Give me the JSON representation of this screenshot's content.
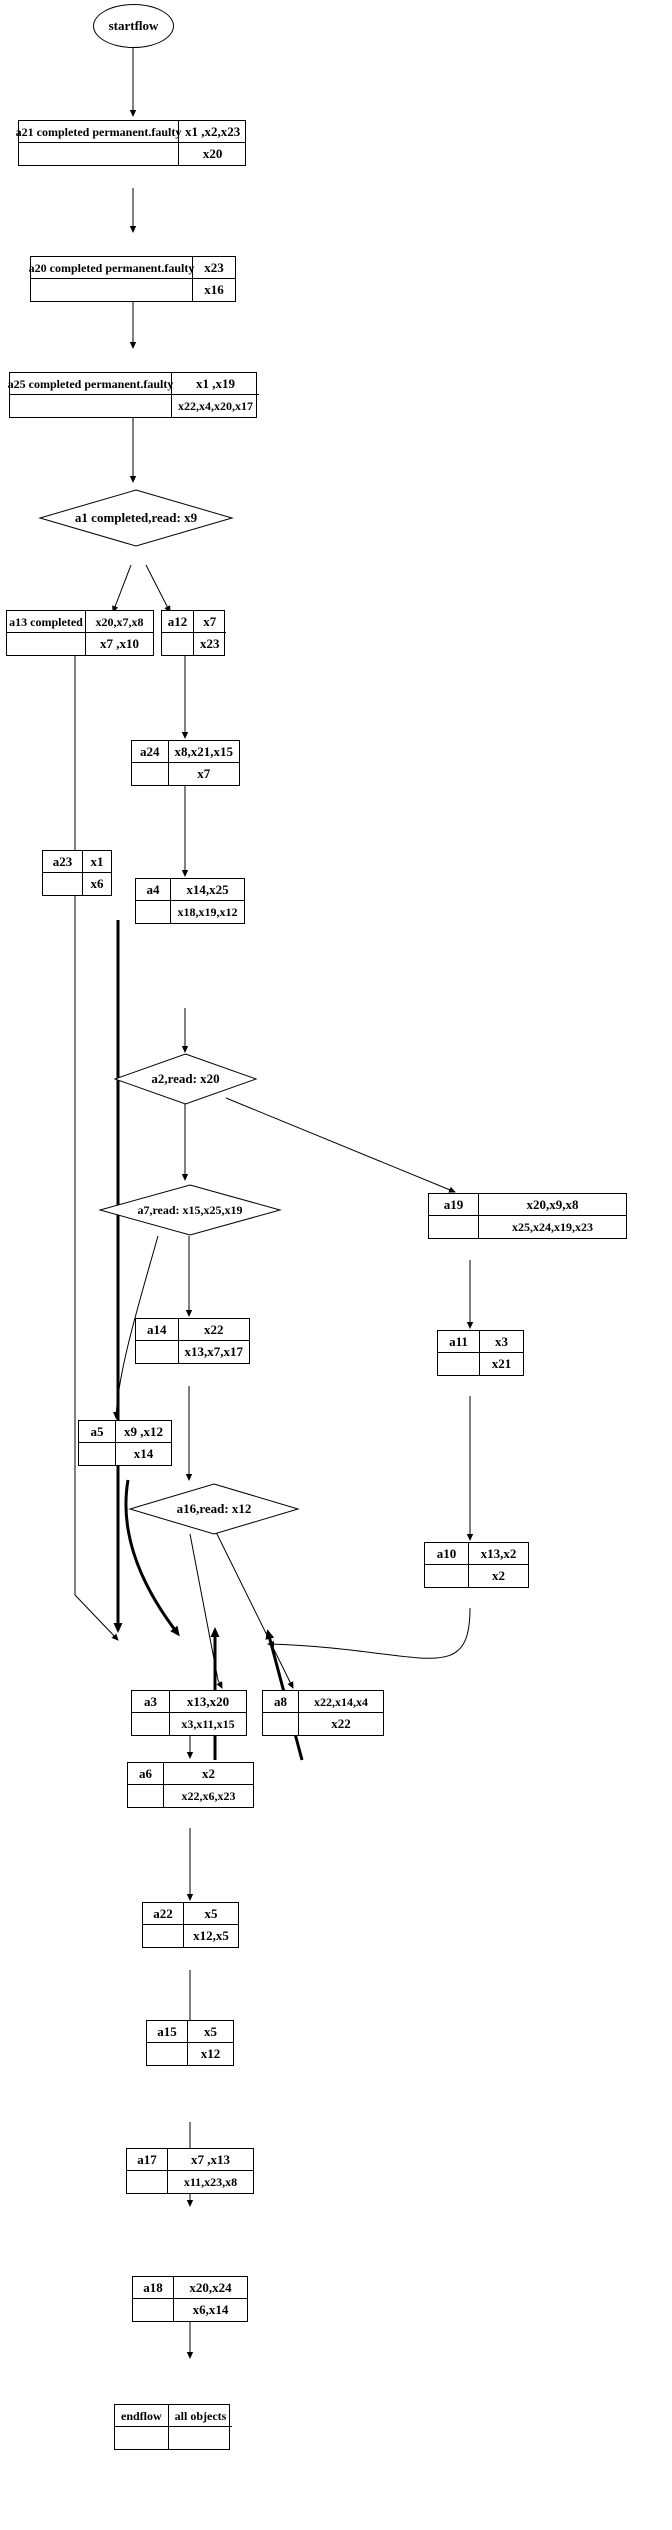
{
  "diagram": {
    "title": "state machine flow graph",
    "stroke_color": "#000000",
    "fill_color": "#ffffff",
    "start_node": {
      "id": "startflow",
      "label": "startflow",
      "shape": "ellipse"
    },
    "end_node": {
      "id": "endflow",
      "label": "endflow",
      "right_label": "all objects",
      "shape": "record"
    },
    "nodes": [
      {
        "id": "a21",
        "shape": "record",
        "left": "a21  completed permanent.faulty",
        "top_right": "x1 ,x2,x23",
        "bottom_right": "x20"
      },
      {
        "id": "a20",
        "shape": "record",
        "left": "a20 completed permanent.faulty",
        "top_right": "x23",
        "bottom_right": "x16"
      },
      {
        "id": "a25",
        "shape": "record",
        "left": "a25 completed permanent.faulty",
        "top_right": "x1 ,x19",
        "bottom_right": "x22,x4,x20,x17"
      },
      {
        "id": "a1",
        "shape": "diamond",
        "label": "a1  completed,read: x9"
      },
      {
        "id": "a13",
        "shape": "record",
        "left": "a13 completed",
        "top_right": "x20,x7,x8",
        "bottom_right": "x7 ,x10"
      },
      {
        "id": "a12",
        "shape": "record",
        "left": "a12",
        "top_right": "x7",
        "bottom_right": "x23"
      },
      {
        "id": "a24",
        "shape": "record",
        "left": "a24",
        "top_right": "x8,x21,x15",
        "bottom_right": "x7"
      },
      {
        "id": "a23",
        "shape": "record",
        "left": "a23",
        "top_right": "x1",
        "bottom_right": "x6"
      },
      {
        "id": "a4",
        "shape": "record",
        "left": "a4",
        "top_right": "x14,x25",
        "bottom_right": "x18,x19,x12"
      },
      {
        "id": "a2",
        "shape": "diamond",
        "label": "a2,read: x20"
      },
      {
        "id": "a19",
        "shape": "record",
        "left": "a19",
        "top_right": "x20,x9,x8",
        "bottom_right": "x25,x24,x19,x23"
      },
      {
        "id": "a7",
        "shape": "diamond",
        "label": "a7,read: x15,x25,x19"
      },
      {
        "id": "a14",
        "shape": "record",
        "left": "a14",
        "top_right": "x22",
        "bottom_right": "x13,x7,x17"
      },
      {
        "id": "a11",
        "shape": "record",
        "left": "a11",
        "top_right": "x3",
        "bottom_right": "x21"
      },
      {
        "id": "a5",
        "shape": "record",
        "left": "a5",
        "top_right": "x9 ,x12",
        "bottom_right": "x14"
      },
      {
        "id": "a16",
        "shape": "diamond",
        "label": "a16,read: x12"
      },
      {
        "id": "a10",
        "shape": "record",
        "left": "a10",
        "top_right": "x13,x2",
        "bottom_right": "x2"
      },
      {
        "id": "a3",
        "shape": "record",
        "left": "a3",
        "top_right": "x13,x20",
        "bottom_right": "x3,x11,x15"
      },
      {
        "id": "a8",
        "shape": "record",
        "left": "a8",
        "top_right": "x22,x14,x4",
        "bottom_right": "x22"
      },
      {
        "id": "a6",
        "shape": "record",
        "left": "a6",
        "top_right": "x2",
        "bottom_right": "x22,x6,x23"
      },
      {
        "id": "a22",
        "shape": "record",
        "left": "a22",
        "top_right": "x5",
        "bottom_right": "x12,x5"
      },
      {
        "id": "a15",
        "shape": "record",
        "left": "a15",
        "top_right": "x5",
        "bottom_right": "x12"
      },
      {
        "id": "a17",
        "shape": "record",
        "left": "a17",
        "top_right": "x7 ,x13",
        "bottom_right": "x11,x23,x8"
      },
      {
        "id": "a18",
        "shape": "record",
        "left": "a18",
        "top_right": "x20,x24",
        "bottom_right": "x6,x14"
      }
    ],
    "edges": [
      {
        "from": "startflow",
        "to": "a21"
      },
      {
        "from": "a21",
        "to": "a20"
      },
      {
        "from": "a20",
        "to": "a25"
      },
      {
        "from": "a25",
        "to": "a1"
      },
      {
        "from": "a1",
        "to": "a13"
      },
      {
        "from": "a1",
        "to": "a12"
      },
      {
        "from": "a13",
        "to": "a6"
      },
      {
        "from": "a12",
        "to": "a24"
      },
      {
        "from": "a24",
        "to": "a4"
      },
      {
        "from": "a23",
        "to": "a6"
      },
      {
        "from": "a4",
        "to": "a2"
      },
      {
        "from": "a2",
        "to": "a7"
      },
      {
        "from": "a2",
        "to": "a19"
      },
      {
        "from": "a7",
        "to": "a14"
      },
      {
        "from": "a7",
        "to": "a5"
      },
      {
        "from": "a19",
        "to": "a11"
      },
      {
        "from": "a14",
        "to": "a16"
      },
      {
        "from": "a11",
        "to": "a10"
      },
      {
        "from": "a5",
        "to": "a6"
      },
      {
        "from": "a16",
        "to": "a3"
      },
      {
        "from": "a16",
        "to": "a8"
      },
      {
        "from": "a10",
        "to": "a6"
      },
      {
        "from": "a3",
        "to": "a6"
      },
      {
        "from": "a8",
        "to": "a6"
      },
      {
        "from": "a6",
        "to": "a22"
      },
      {
        "from": "a22",
        "to": "a15"
      },
      {
        "from": "a15",
        "to": "a17"
      },
      {
        "from": "a17",
        "to": "a18"
      },
      {
        "from": "a18",
        "to": "endflow"
      }
    ]
  }
}
